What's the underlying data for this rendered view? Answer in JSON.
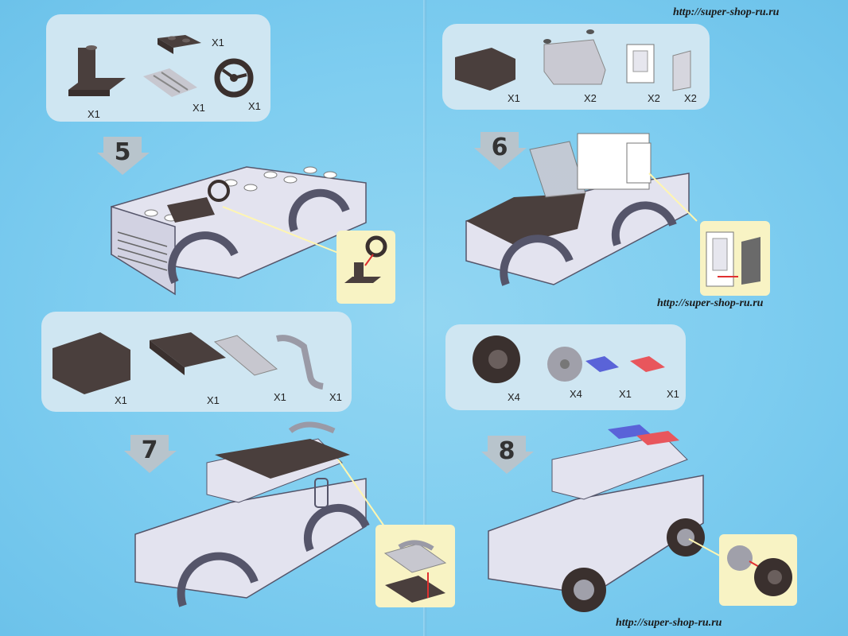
{
  "watermark": "http://super-shop-ru.ru",
  "steps": [
    {
      "number": "5",
      "quantities": [
        "X1",
        "X1",
        "X1",
        "X1"
      ]
    },
    {
      "number": "6",
      "quantities": [
        "X1",
        "X2",
        "X2",
        "X2"
      ]
    },
    {
      "number": "7",
      "quantities": [
        "X1",
        "X1",
        "X1",
        "X1"
      ]
    },
    {
      "number": "8",
      "quantities": [
        "X4",
        "X4",
        "X1",
        "X1"
      ]
    }
  ],
  "colors": {
    "background": "#7ecdf0",
    "parts_panel": "#cfe6f2",
    "inset_panel": "#f8f3c4",
    "brick_dark": "#4a3f3d",
    "brick_light": "#e3e3ef",
    "siren_blue": "#5a63d8",
    "siren_red": "#e8565c"
  }
}
